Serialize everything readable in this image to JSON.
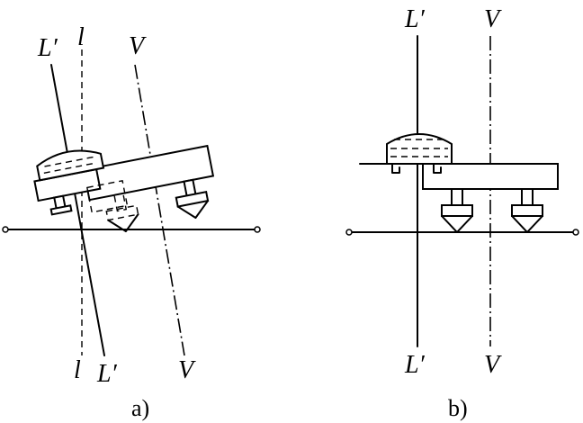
{
  "diagram_a": {
    "label_L_top": "L′",
    "label_l_top": "l",
    "label_V_top": "V",
    "label_l_bottom": "l",
    "label_L_bottom": "L′",
    "label_V_bottom": "V",
    "caption": "a)"
  },
  "diagram_b": {
    "label_L_top": "L′",
    "label_V_top": "V",
    "label_L_bottom": "L′",
    "label_V_bottom": "V",
    "caption": "b)"
  }
}
